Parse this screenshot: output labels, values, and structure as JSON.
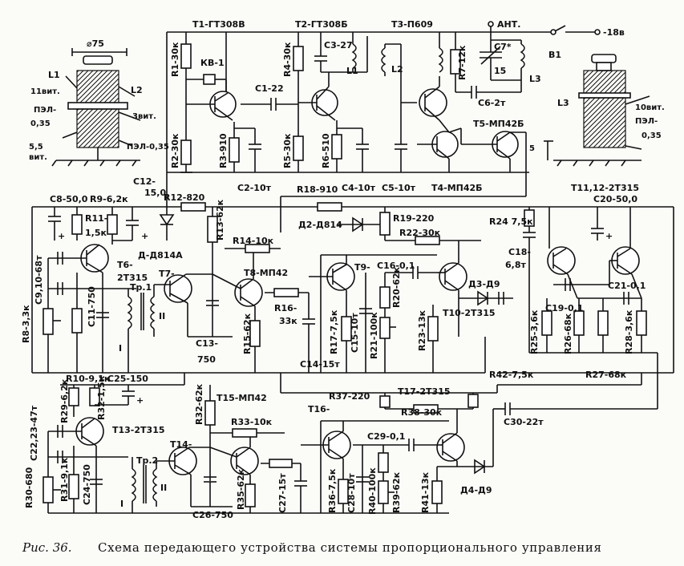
{
  "caption": {
    "prefix": "Рис. 36.",
    "text": "Схема передающего устройства системы пропорционального управления"
  },
  "coils_left": {
    "diameter": "⌀75",
    "l1": "L1",
    "l2": "L2",
    "l1_turns": "11вит.",
    "l1_wire_a": "ПЭЛ-",
    "l1_wire_b": "0,35",
    "l2_turns": "3вит.",
    "l2_wire": "ПЭЛ-0,35",
    "tap_a": "5,5",
    "tap_b": "вит."
  },
  "coils_right": {
    "l3": "L3",
    "turns": "10вит.",
    "wire_a": "ПЭЛ-",
    "wire_b": "0,35",
    "dim": "5"
  },
  "top_section": {
    "t1": "Т1-ГТ308В",
    "t2": "Т2-ГТ308Б",
    "t3": "Т3-П609",
    "ant": "АНТ.",
    "supply": "-18в",
    "switch": "В1",
    "r1": "R1-30к",
    "kv1": "КВ-1",
    "r4": "R4-30к",
    "c3": "С3-27",
    "c1": "С1-22",
    "l1": "L1",
    "l2": "L2",
    "r7": "R7-12к",
    "c7a": "С7*",
    "c7b": "15",
    "l3": "L3",
    "c6": "С6-2т",
    "r2": "R2-30к",
    "r3": "R3-910",
    "c2": "С2-10т",
    "r5": "R5-30к",
    "r6": "R6-510",
    "c4": "С4-10т",
    "c5": "С5-10т",
    "t4": "Т4-МП42Б",
    "t5": "Т5-МП42Б",
    "t11": "Т11,12-2Т315"
  },
  "mid_section": {
    "c12a": "С12-",
    "c12b": "15,0",
    "r12": "R12-820",
    "r18": "R18-910",
    "c8": "С8-50,0",
    "r9": "R9-6,2к",
    "r11a": "R11-",
    "r11b": "1,5к",
    "d1": "Д-Д814А",
    "t6a": "Т6-",
    "t6b": "2Т315",
    "t7": "Т7-",
    "r13": "R13-62к",
    "r14": "R14-10к",
    "d2": "Д2-Д814",
    "r19": "R19-220",
    "r22": "R22-30к",
    "r24": "R24 7,5к",
    "c20": "С20-50,0",
    "t8": "Т8-МП42",
    "t9": "Т9-",
    "c16": "С16-0,1",
    "d3": "Д3-Д9",
    "c18a": "С18-",
    "c18b": "6,8т",
    "c9": "С9,10-68т",
    "r8": "R8-3,3к",
    "c11": "С11-750",
    "tp1": "Тр.1",
    "w2": "II",
    "w1": "I",
    "c13a": "С13-",
    "c13b": "750",
    "r15": "R15-62к",
    "r16a": "R16-",
    "r16b": "33к",
    "c14": "С14-15т",
    "r17": "R17-7,5к",
    "c15": "С15-10т",
    "r21": "R21-100к",
    "r20": "R20-62к",
    "r23": "R23-13к",
    "t10": "Т10-2Т315",
    "c19": "С19-0,1",
    "c21": "С21-0,1",
    "r25": "R25-3,6к",
    "r26": "R26-68к",
    "r28": "R28-3,6к",
    "r27": "R27-68к",
    "r42": "R42-7,5к"
  },
  "bottom_section": {
    "r10": "R10-9,1к",
    "c25": "С25-150",
    "r29": "R29-6,2к",
    "r32a": "R32-1,5к",
    "c22": "С22,23-47т",
    "t13": "Т13-2Т315",
    "r30": "R30-680",
    "r31": "R31-9,1к",
    "c24": "С24-750",
    "tp2": "Тр.2",
    "w2": "II",
    "w1": "I",
    "t14": "Т14-",
    "c26": "С26-750",
    "r35": "R35-62к",
    "t15": "Т15-МП42",
    "r32b": "R32-62к",
    "r33": "R33-10к",
    "c27": "С27-15т",
    "t16": "Т16-",
    "r36": "R36-7,5к",
    "c28": "С28-10т",
    "r40": "R40-100к",
    "r39": "R39-62к",
    "c29": "С29-0,1",
    "r41": "R41-13к",
    "r37": "R37-220",
    "t17": "Т17-2Т315",
    "r38": "R38-30к",
    "c30": "С30-22т",
    "d4": "Д4-Д9"
  }
}
